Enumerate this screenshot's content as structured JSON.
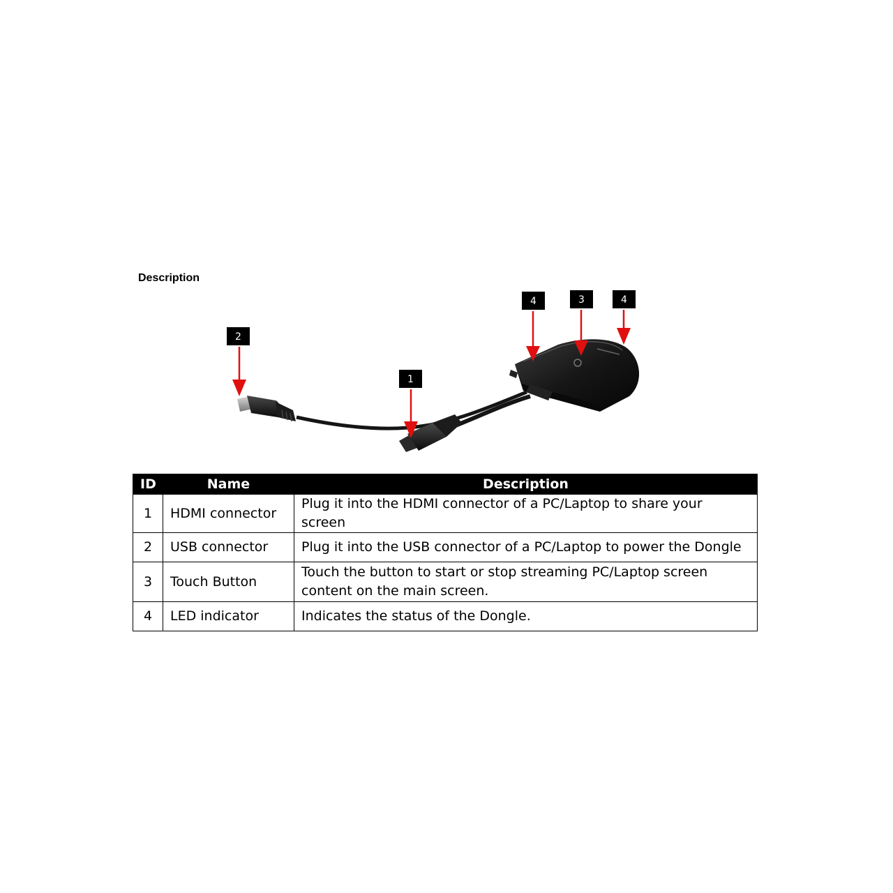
{
  "section": {
    "heading": "Description"
  },
  "figure": {
    "callouts": [
      "4",
      "3",
      "4",
      "2",
      "1"
    ],
    "colors": {
      "arrow": "#e01010",
      "badge": "#000000",
      "device": "#111111"
    }
  },
  "table": {
    "headers": {
      "id": "ID",
      "name": "Name",
      "description": "Description"
    },
    "rows": [
      {
        "id": "1",
        "name": "HDMI connector",
        "description": "Plug it into the HDMI connector of a PC/Laptop to share your screen"
      },
      {
        "id": "2",
        "name": "USB connector",
        "description": "Plug it into the USB connector of a PC/Laptop to power the Dongle"
      },
      {
        "id": "3",
        "name": "Touch Button",
        "description": "Touch the button to start or stop streaming PC/Laptop screen content on the main screen."
      },
      {
        "id": "4",
        "name": "LED indicator",
        "description": "Indicates the status of the Dongle."
      }
    ]
  }
}
